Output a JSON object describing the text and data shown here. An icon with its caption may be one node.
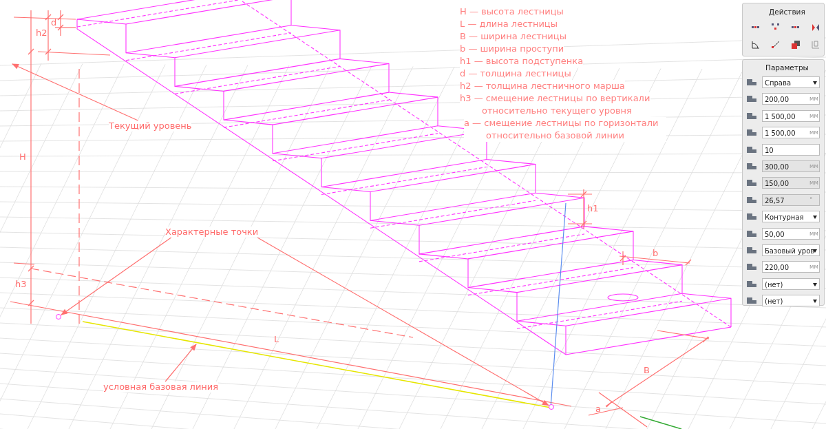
{
  "diagram": {
    "nodes": [
      {
        "text": [
          "Текущий уровень"
        ]
      },
      {
        "text": [
          "Характерные точки"
        ]
      },
      {
        "text": [],
        "shape": "circle"
      },
      {
        "text": [],
        "shape": "circle"
      },
      {
        "text": [
          "условная базовая линия"
        ]
      }
    ],
    "edges": [
      {
        "from": 0,
        "to": null,
        "arrow": "to"
      },
      {
        "from": 1,
        "to": 2,
        "arrow": "to"
      },
      {
        "from": 1,
        "to": 3,
        "arrow": "to"
      },
      {
        "from": 4,
        "to": null,
        "arrow": "to"
      }
    ],
    "labels": [
      "H — высота лестницы",
      "L — длина лестницы",
      "B — ширина лестницы",
      "b — ширина проступи",
      "h1 — высота подступенка",
      "d — толщина лестницы",
      "h2 — толщина лестничного марша",
      "h3 — смещение лестницы по вертикали относительно текущего уровня",
      "a — смещение лестницы по горизонтали относительно базовой линии",
      "d",
      "h2",
      "H",
      "h1",
      "b",
      "h3",
      "L",
      "B",
      "a",
      "Действия",
      "Параметры",
      "Справа",
      "200,00",
      "мм",
      "1 500,00",
      "мм",
      "1 500,00",
      "мм",
      "10",
      "300,00",
      "мм",
      "150,00",
      "мм",
      "26,57",
      "°",
      "Контурная",
      "50,00",
      "мм",
      "Базовый уров",
      "220,00",
      "мм",
      "(нет)",
      "(нет)"
    ]
  }
}
